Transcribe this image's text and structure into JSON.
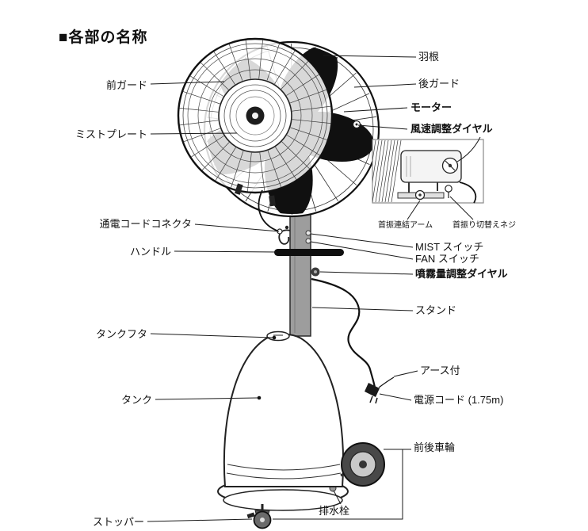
{
  "title": "■各部の名称",
  "colors": {
    "ink": "#1a1a1a",
    "background": "#ffffff"
  },
  "labels": {
    "left": [
      {
        "id": "front-guard",
        "text": "前ガード"
      },
      {
        "id": "mist-plate",
        "text": "ミストプレート"
      },
      {
        "id": "power-cord-connector",
        "text": "通電コードコネクタ"
      },
      {
        "id": "handle",
        "text": "ハンドル"
      },
      {
        "id": "tank-lid",
        "text": "タンクフタ"
      },
      {
        "id": "tank",
        "text": "タンク"
      },
      {
        "id": "stopper",
        "text": "ストッパー"
      }
    ],
    "right": [
      {
        "id": "blade",
        "text": "羽根"
      },
      {
        "id": "rear-guard",
        "text": "後ガード"
      },
      {
        "id": "motor",
        "text": "モーター"
      },
      {
        "id": "fan-speed-dial",
        "text": "風速調整ダイヤル"
      },
      {
        "id": "oscillation-link-arm",
        "text": "首振連結アーム"
      },
      {
        "id": "oscillation-switch-screw",
        "text": "首振り切替えネジ"
      },
      {
        "id": "mist-switch",
        "text": "MIST スイッチ"
      },
      {
        "id": "fan-switch",
        "text": "FAN スイッチ"
      },
      {
        "id": "mist-volume-dial",
        "text": "噴霧量調整ダイヤル"
      },
      {
        "id": "stand",
        "text": "スタンド"
      },
      {
        "id": "earth-wire",
        "text": "アース付"
      },
      {
        "id": "power-cord",
        "text": "電源コード (1.75m)"
      },
      {
        "id": "front-rear-wheels",
        "text": "前後車輪"
      },
      {
        "id": "drain-plug",
        "text": "排水栓"
      }
    ]
  }
}
